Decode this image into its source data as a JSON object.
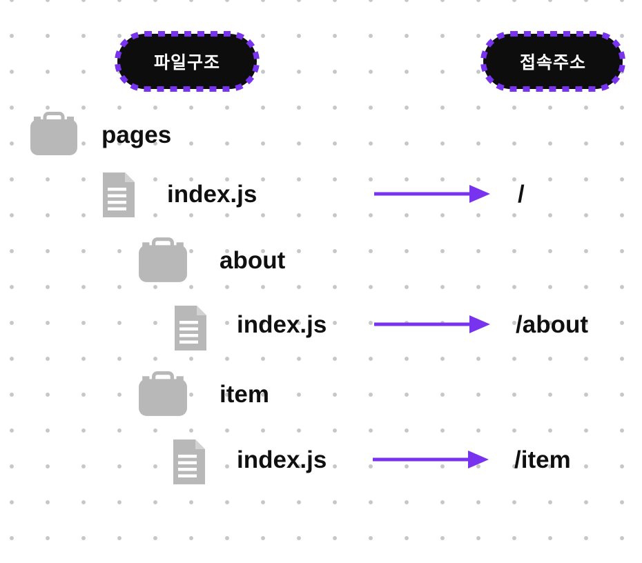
{
  "headers": {
    "file_structure": "파일구조",
    "access_url": "접속주소"
  },
  "tree": {
    "rows": [
      {
        "type": "folder",
        "name": "pages",
        "url": ""
      },
      {
        "type": "file",
        "name": "index.js",
        "url": "/"
      },
      {
        "type": "folder",
        "name": "about",
        "url": ""
      },
      {
        "type": "file",
        "name": "index.js",
        "url": "/about"
      },
      {
        "type": "folder",
        "name": "item",
        "url": ""
      },
      {
        "type": "file",
        "name": "index.js",
        "url": "/item"
      }
    ]
  },
  "icons": {
    "folder": "briefcase-folder-icon",
    "file": "document-file-icon",
    "arrow": "right-arrow-icon"
  },
  "colors": {
    "accent_purple": "#7833ee",
    "badge_background": "#0d0d0d",
    "badge_text": "#ffffff",
    "icon_gray": "#b8b8b8",
    "icon_fold_gray": "#d2d2d2",
    "text": "#101010",
    "background_dot": "#c7c7c7"
  }
}
